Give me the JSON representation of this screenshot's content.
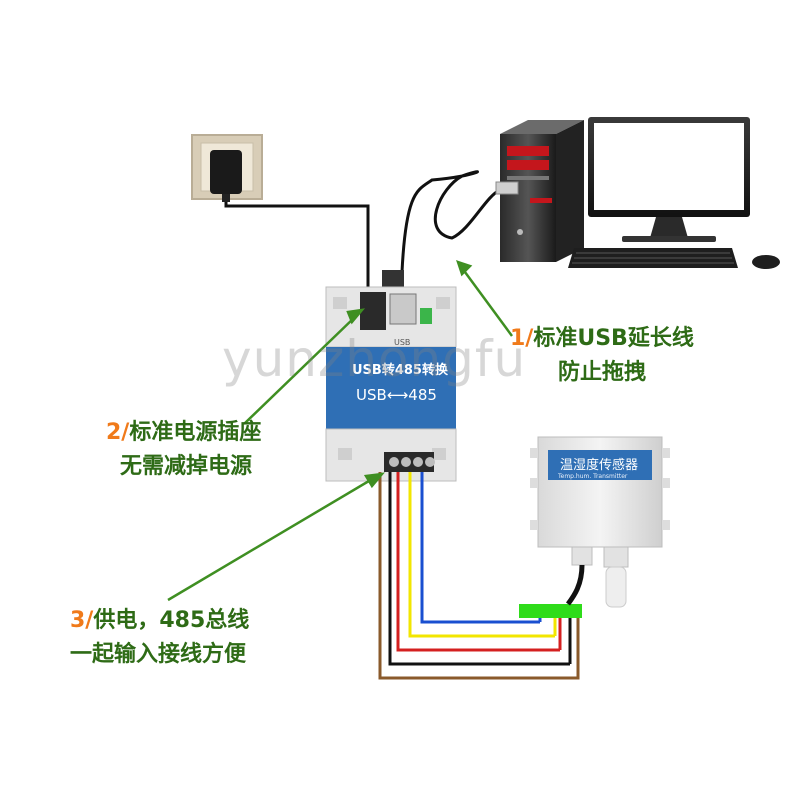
{
  "converter": {
    "title": "USB转485转换",
    "mode": "USB⟷485",
    "usb_label": "USB"
  },
  "sensor": {
    "title": "温湿度传感器",
    "subtitle": "Temp.hum. Transmitter"
  },
  "callouts": [
    {
      "num": "1/",
      "line1": "标准USB延长线",
      "line2": "防止拖拽"
    },
    {
      "num": "2/",
      "line1": "标准电源插座",
      "line2": "无需减掉电源"
    },
    {
      "num": "3/",
      "line1": "供电，485总线",
      "line2": "一起输入接线方便"
    }
  ],
  "watermark": "yunzhongfu",
  "colors": {
    "callout_text": "#2e6b16",
    "callout_number": "#f07a1a",
    "converter_blue": "#2f6fb5",
    "wire_black": "#111111",
    "wire_red": "#d42020",
    "wire_yellow": "#f2e600",
    "wire_blue": "#1a4fd0",
    "wire_brown": "#8a5a2b",
    "junction_green": "#2fdc1a",
    "arrow_green": "#3f8f22"
  }
}
